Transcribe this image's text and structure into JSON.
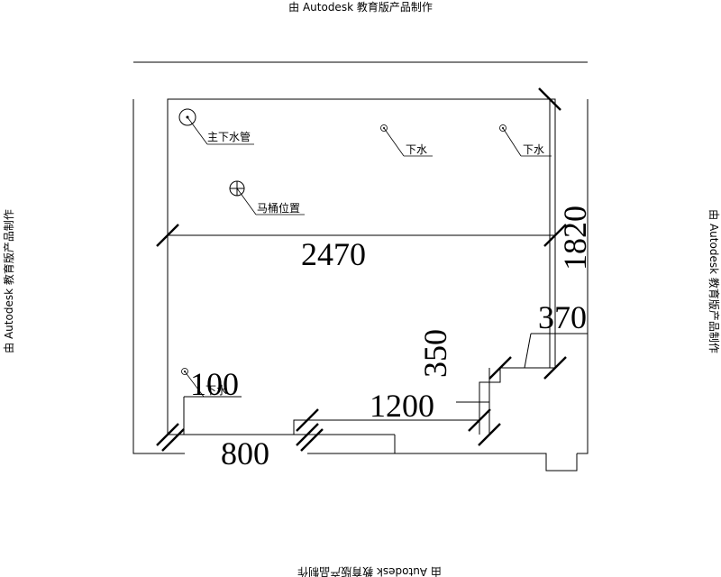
{
  "watermark": {
    "top": "由 Autodesk 教育版产品制作",
    "left": "由 Autodesk 教育版产品制作",
    "right": "由 Autodesk 教育版产品制作",
    "bottom": "由 Autodesk 教育版产品制作"
  },
  "dimensions": {
    "width_total": "2470",
    "height_total": "1820",
    "step_width": "370",
    "step_height": "350",
    "segment_middle": "1200",
    "segment_left": "800",
    "corner_small": "100"
  },
  "labels": {
    "main_drain_pipe": "主下水管",
    "drain_1": "下水",
    "drain_2": "下水",
    "toilet_position": "马桶位置",
    "drain_3": "下水"
  }
}
